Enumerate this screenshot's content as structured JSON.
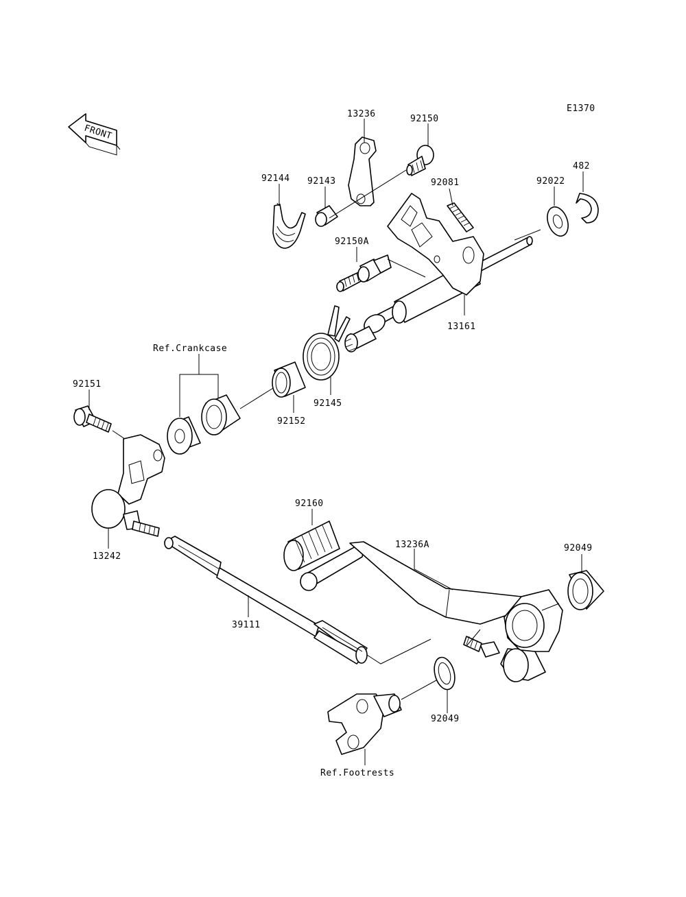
{
  "diagram": {
    "figure_code": "E1370",
    "direction_indicator": "FRONT",
    "callouts": {
      "p13236": "13236",
      "p92150": "92150",
      "p92144": "92144",
      "p92143": "92143",
      "p92081": "92081",
      "p92022": "92022",
      "p482": "482",
      "p92150A": "92150A",
      "p13161": "13161",
      "ref_crankcase": "Ref.Crankcase",
      "p92151": "92151",
      "p92152": "92152",
      "p92145": "92145",
      "p13242": "13242",
      "p92160": "92160",
      "p13236A": "13236A",
      "p92049_top": "92049",
      "p39111": "39111",
      "p92049_bottom": "92049",
      "ref_footrests": "Ref.Footrests"
    }
  }
}
